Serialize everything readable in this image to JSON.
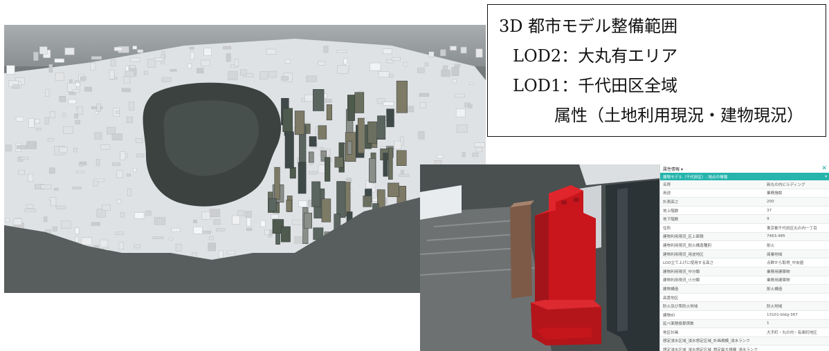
{
  "info_box": {
    "line1": "3D 都市モデル整備範囲",
    "line2": "LOD2：大丸有エリア",
    "line3": "LOD1：千代田区全域",
    "line4": "属性（土地利用現況・建物現況）"
  },
  "attribute_panel": {
    "header": "属性情報",
    "header_arrow": "▾",
    "close_icon": "✕",
    "subheader": "建物モデル（千代田区）- 地点の情報",
    "subheader_arrow": "▾",
    "accent_color": "#26b4ad",
    "rows": [
      {
        "key": "名称",
        "value": "新丸の内ビルディング"
      },
      {
        "key": "用途",
        "value": "業務施設"
      },
      {
        "key": "計測高さ",
        "value": "200"
      },
      {
        "key": "地上階数",
        "value": "37"
      },
      {
        "key": "地下階数",
        "value": "9"
      },
      {
        "key": "住所",
        "value": "東京都千代田区丸の内一丁目"
      },
      {
        "key": "建物利用現況_区上面積",
        "value": "7463.485"
      },
      {
        "key": "建物利用現況_耐火構造種別",
        "value": "耐火"
      },
      {
        "key": "建物利用現況_用途地区",
        "value": "商業地域"
      },
      {
        "key": "LOD立て上げに使用する高さ",
        "value": "点群から取得_中央値"
      },
      {
        "key": "建物利用現況_中分類",
        "value": "業務用建築物"
      },
      {
        "key": "建物利用現況_小分類",
        "value": "業務用建築物"
      },
      {
        "key": "建物構造",
        "value": "耐火構造"
      },
      {
        "key": "高度地区",
        "value": ""
      },
      {
        "key": "防火及び準防火地域",
        "value": "防火地域"
      },
      {
        "key": "建物ID",
        "value": "13101-bldg-367"
      },
      {
        "key": "延べ面積換算係数",
        "value": "1"
      },
      {
        "key": "地区計画",
        "value": "大手町・丸の内・有楽町地区"
      },
      {
        "key": "想定浸水区域_浸水想定区域_計画規模_浸水ランク",
        "value": ""
      },
      {
        "key": "想定浸水区域_浸水想定区域_想定最大規模_浸水ランク",
        "value": ""
      }
    ]
  },
  "colors": {
    "highlight_building": "#c8161c",
    "lod1_buildings": "#e4e6e8",
    "ground_dark": "#3d4443"
  }
}
